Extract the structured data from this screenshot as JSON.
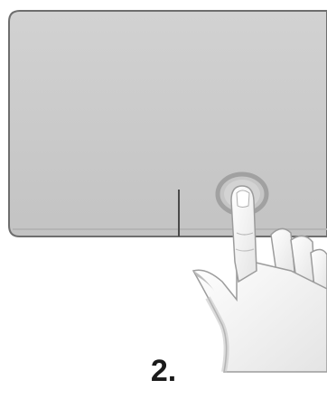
{
  "step_label": "2.",
  "colors": {
    "touchpad_fill": "#c9c9c9",
    "touchpad_border": "#6e6e6e",
    "hand_fill": "#f4f4f4",
    "hand_shadow": "#b9b9b9",
    "text": "#1a1a1a"
  },
  "icons": [
    "touchpad",
    "pointing-hand",
    "tap-ring"
  ]
}
